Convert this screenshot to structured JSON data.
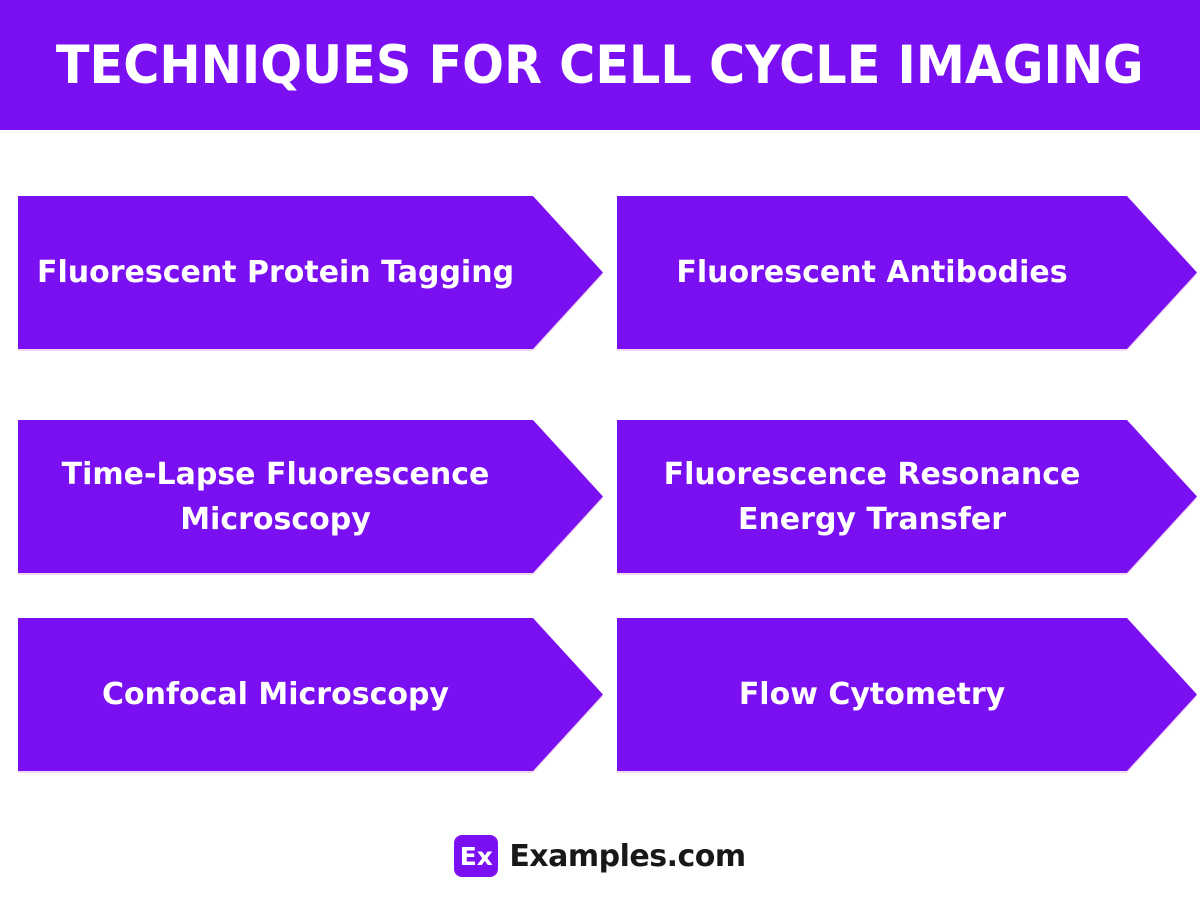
{
  "header": {
    "title": "TECHNIQUES FOR CELL CYCLE IMAGING"
  },
  "techniques": [
    {
      "label": "Fluorescent Protein Tagging"
    },
    {
      "label": "Fluorescent Antibodies"
    },
    {
      "label": "Time-Lapse Fluorescence\nMicroscopy"
    },
    {
      "label": "Fluorescence Resonance\nEnergy Transfer"
    },
    {
      "label": "Confocal Microscopy"
    },
    {
      "label": "Flow Cytometry"
    }
  ],
  "footer": {
    "logo_badge": "Ex",
    "logo_text": "Examples.com"
  },
  "colors": {
    "accent_purple": "#7a0ff2",
    "title_text": "#ffffff",
    "arrow_text": "#ffffff",
    "brand_text": "#181818",
    "page_background": "#ffffff"
  }
}
